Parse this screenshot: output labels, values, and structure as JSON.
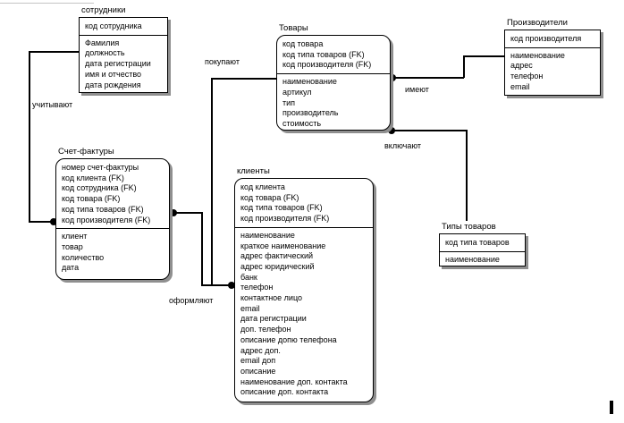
{
  "entities": [
    {
      "title": "сотрудники",
      "keys": [
        "код сотрудника"
      ],
      "attributes": [
        "Фамилия",
        "должность",
        "дата регистрации",
        "имя и отчество",
        "дата рождения"
      ]
    },
    {
      "title": "Счет-фактуры",
      "keys": [
        "номер счет-фактуры",
        "код клиента (FK)",
        "код сотрудника (FK)",
        "код товара (FK)",
        "код типа товаров (FK)",
        "код производителя (FK)"
      ],
      "attributes": [
        "клиент",
        "товар",
        "количество",
        "дата"
      ]
    },
    {
      "title": "Товары",
      "keys": [
        "код товара",
        "код типа товаров (FK)",
        "код производителя (FK)"
      ],
      "attributes": [
        "наименование",
        "артикул",
        "тип",
        "производитель",
        "стоимость"
      ]
    },
    {
      "title": "клиенты",
      "keys": [
        "код клиента",
        "код товара (FK)",
        "код типа товаров (FK)",
        "код производителя (FK)"
      ],
      "attributes": [
        "наименование",
        "краткое наименование",
        "адрес фактический",
        "адрес юридический",
        "банк",
        "телефон",
        "контактное лицо",
        "email",
        "дата регистрации",
        "доп. телефон",
        "описание допю телефона",
        "адрес доп.",
        "email доп",
        "описание",
        "наименование доп. контакта",
        "описание доп. контакта"
      ]
    },
    {
      "title": "Производители",
      "keys": [
        "код производителя"
      ],
      "attributes": [
        "наименование",
        "адрес",
        "телефон",
        "email"
      ]
    },
    {
      "title": "Типы товаров",
      "keys": [
        "код типа товаров"
      ],
      "attributes": [
        "наименование"
      ]
    }
  ],
  "relationships": [
    {
      "label": "учитывают"
    },
    {
      "label": "покупают"
    },
    {
      "label": "оформляют"
    },
    {
      "label": "имеют"
    },
    {
      "label": "включают"
    }
  ],
  "colors": {
    "line": "#000000",
    "shadow": "#8f8f8f",
    "background": "#ffffff"
  }
}
